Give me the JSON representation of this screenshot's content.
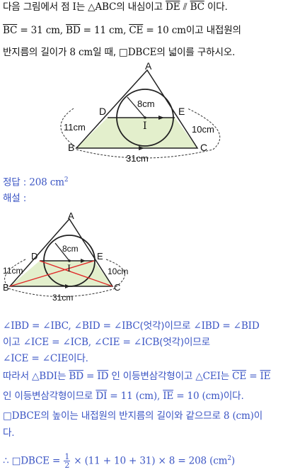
{
  "problem": {
    "line1": {
      "a": "다음 그림에서 점 ",
      "b": "I",
      "c": "는 △",
      "d": "ABC",
      "e": "의 내심이고 ",
      "f": "DE",
      "g": " ⫽ ",
      "h": "BC",
      "i": " 이다."
    },
    "line2": {
      "a": "BC",
      "b": " = 31 cm, ",
      "c": "BD",
      "d": " = 11 cm, ",
      "e": "CE",
      "f": " = 10 cm",
      "g": "이고 내접원의"
    },
    "line3": {
      "a": "반지름의 길이가 ",
      "b": "8 cm",
      "c": "일 때, □",
      "d": "DBCE",
      "e": "의 넓이를 구하시오."
    }
  },
  "figure1": {
    "vertex_a": "A",
    "vertex_b": "B",
    "vertex_c": "C",
    "vertex_d": "D",
    "vertex_e": "E",
    "center": "I",
    "radius": "8cm",
    "left_side": "11cm",
    "right_side": "10cm",
    "bottom": "31cm"
  },
  "answer": {
    "label": "정답 : ",
    "value": "208 cm",
    "sup": "2"
  },
  "solution_label": "해설 :",
  "figure2": {
    "vertex_a": "A",
    "vertex_b": "B",
    "vertex_c": "C",
    "vertex_d": "D",
    "vertex_e": "E",
    "center": "I",
    "radius": "8cm",
    "left_side": "11cm",
    "right_side": "10cm",
    "bottom": "31cm"
  },
  "solution": {
    "l1a": "∠IBD = ∠IBC, ∠BID = ∠IBC",
    "l1b": "(엇각)",
    "l1c": "이므로 ",
    "l1d": "∠IBD = ∠BID",
    "l2a": "이고 ",
    "l2b": "∠ICE = ∠ICB, ∠CIE = ∠ICB",
    "l2c": "(엇각)",
    "l2d": "이므로",
    "l3a": "∠ICE = ∠CIE",
    "l3b": "이다.",
    "l4a": "따라서 △",
    "l4b": "BDI",
    "l4c": "는 ",
    "l4d": "BD",
    "l4e": " = ",
    "l4f": "ID",
    "l4g": " 인 이등변삼각형이고 △",
    "l4h": "CEI",
    "l4i": "는 ",
    "l4j": "CE",
    "l4k": " = ",
    "l4l": "IE",
    "l5a": "인 이등변삼각형이므로 ",
    "l5b": "DI",
    "l5c": " = 11 (cm), ",
    "l5d": "IE",
    "l5e": " = 10 (cm)",
    "l5f": "이다.",
    "l6a": "□",
    "l6b": "DBCE",
    "l6c": "의 높이는 내접원의 반지름의 길이와 같으므로 ",
    "l6d": "8 (cm)",
    "l6e": "이",
    "l7": "다.",
    "l8a": "∴ □",
    "l8b": "DBCE",
    "l8c": " = ",
    "l8num": "1",
    "l8den": "2",
    "l8d": " × (11 + 10 + 31) × 8 = 208 (cm",
    "l8sup": "2",
    "l8e": ")"
  },
  "colors": {
    "accent_text": "#3b55c4",
    "fill": "#e3efcc",
    "red": "#e02a2a"
  }
}
